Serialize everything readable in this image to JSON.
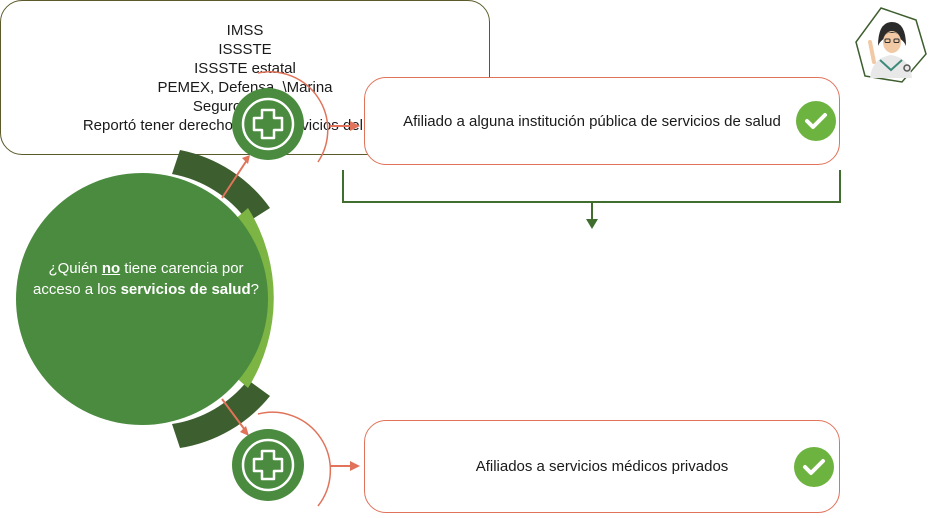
{
  "question": {
    "prefix": "¿Quién ",
    "emphasis": "no",
    "middle": " tiene carencia por acceso a los ",
    "bold": "servicios de salud",
    "suffix": "?"
  },
  "top_box": {
    "text": "Afiliado a alguna institución pública de servicios de salud"
  },
  "middle_box": {
    "items": [
      "IMSS",
      "ISSSTE",
      "ISSSTE estatal",
      "PEMEX, Defensa, \\Marina",
      "Seguro Popular",
      "Reportó tener derechos a los servicios del Insabi"
    ]
  },
  "bottom_box": {
    "text": "Afiliados a servicios médicos privados"
  },
  "icons": {
    "plus": "plus-circle-icon",
    "check": "check-circle-icon",
    "avatar": "doctor-avatar-icon"
  },
  "colors": {
    "dark_green": "#4a8b3f",
    "light_green": "#7cb543",
    "darker_green": "#3d5e2e",
    "orange": "#e0735a",
    "check_green": "#6db33f",
    "bracket": "#3f6e2f"
  }
}
